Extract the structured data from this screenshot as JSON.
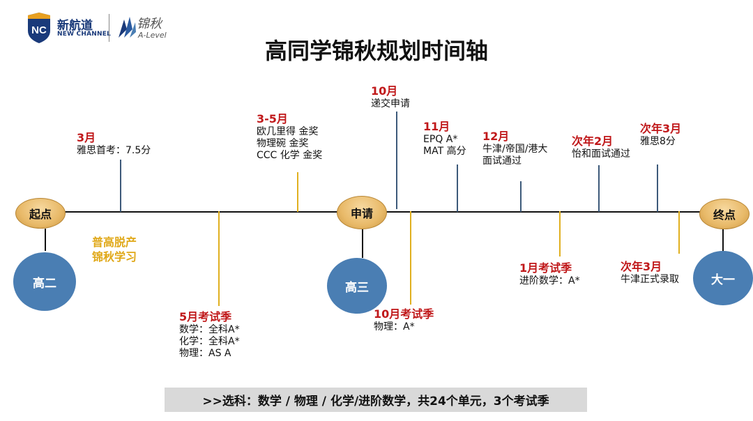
{
  "logo": {
    "shield_text": "NC",
    "brand_cn": "新航道",
    "brand_en": "NEW CHANNEL",
    "sub_cn": "锦秋",
    "sub_en": "A-Level"
  },
  "title": "高同学锦秋规划时间轴",
  "nodes": {
    "start": "起点",
    "apply": "申请",
    "end": "终点"
  },
  "stages": {
    "g2": "高二",
    "g3": "高三",
    "uni1": "大一"
  },
  "transfer_note": [
    "普高脱产",
    "锦秋学习"
  ],
  "events_above": [
    {
      "heading": "3月",
      "lines": [
        "雅思首考：7.5分"
      ]
    },
    {
      "heading": "3-5月",
      "lines": [
        "欧几里得 金奖",
        "物理碗 金奖",
        "CCC 化学 金奖"
      ]
    },
    {
      "heading": "10月",
      "lines": [
        "递交申请"
      ]
    },
    {
      "heading": "11月",
      "lines": [
        "EPQ A*",
        "MAT 高分"
      ]
    },
    {
      "heading": "12月",
      "lines": [
        "牛津/帝国/港大",
        "面试通过"
      ]
    },
    {
      "heading": "次年2月",
      "lines": [
        "怡和面试通过"
      ]
    },
    {
      "heading": "次年3月",
      "lines": [
        "雅思8分"
      ]
    }
  ],
  "events_below": [
    {
      "heading": "5月考试季",
      "lines": [
        "数学：全科A*",
        "化学：全科A*",
        "物理：AS A"
      ]
    },
    {
      "heading": "10月考试季",
      "lines": [
        "物理：A*"
      ]
    },
    {
      "heading": "1月考试季",
      "lines": [
        "进阶数学：A*"
      ]
    },
    {
      "heading": "次年3月",
      "lines": [
        "牛津正式录取"
      ]
    }
  ],
  "banner": ">>选科：数学 / 物理 / 化学/进阶数学，共24个单元，3个考试季",
  "colors": {
    "accent_red": "#c0181a",
    "gold": "#e0a818",
    "stage_blue": "#4a7eb3",
    "node_gold": "#e8b968",
    "banner_gray": "#d9d9d9"
  }
}
